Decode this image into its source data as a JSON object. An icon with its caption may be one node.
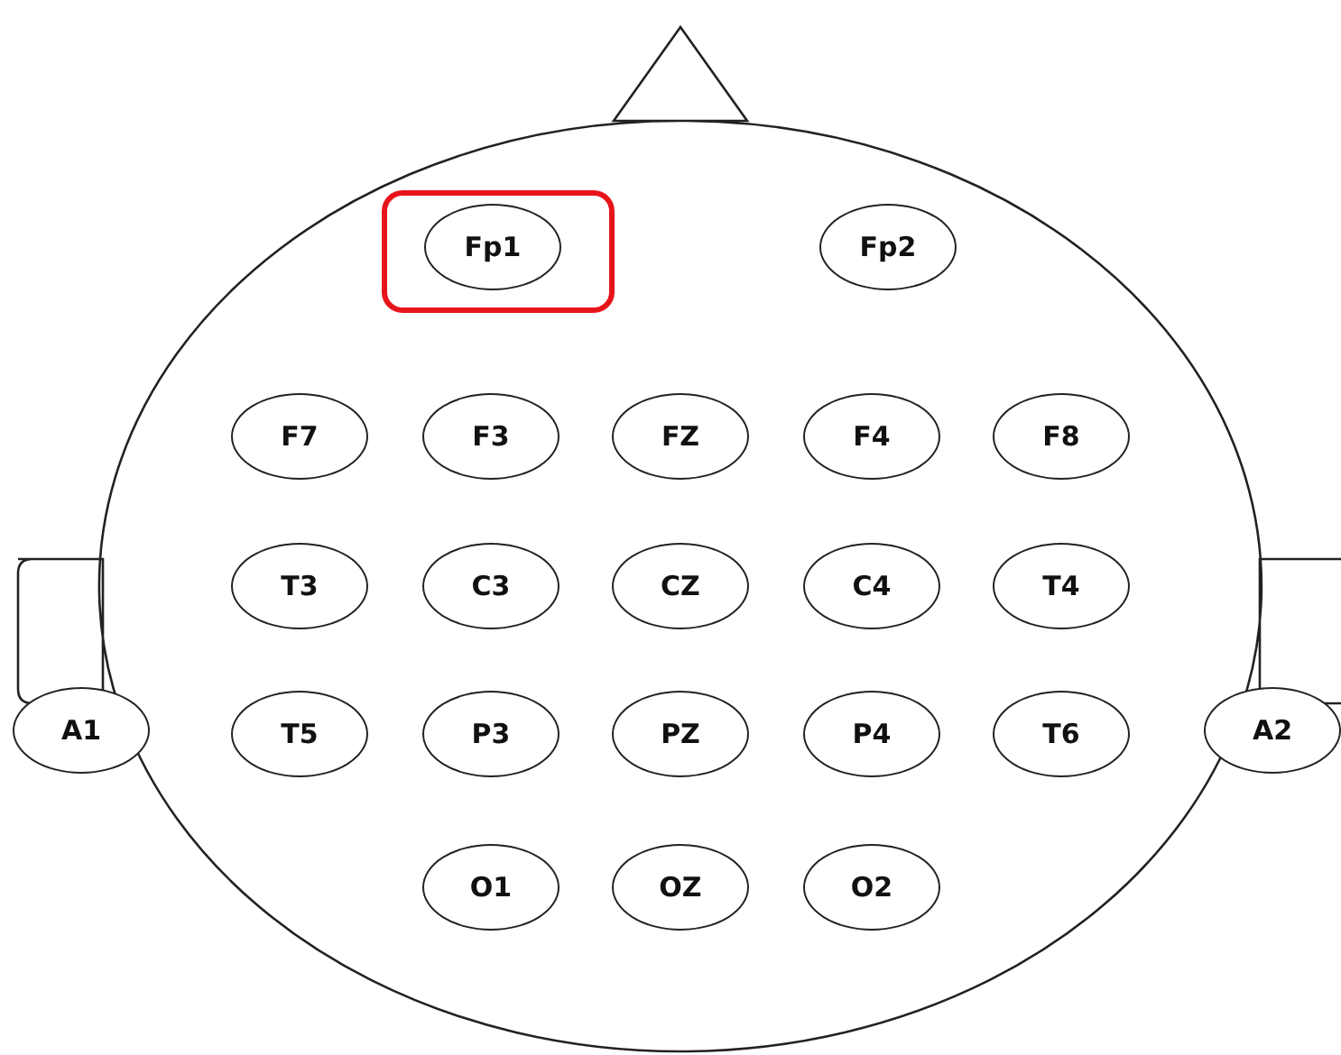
{
  "diagram": {
    "nodes": [
      {
        "text": [
          "Fp1"
        ]
      },
      {
        "text": [
          "Fp2"
        ]
      },
      {
        "text": [
          "F7"
        ]
      },
      {
        "text": [
          "F3"
        ]
      },
      {
        "text": [
          "FZ"
        ]
      },
      {
        "text": [
          "F4"
        ]
      },
      {
        "text": [
          "F8"
        ]
      },
      {
        "text": [
          "A1"
        ]
      },
      {
        "text": [
          "T3"
        ]
      },
      {
        "text": [
          "C3"
        ]
      },
      {
        "text": [
          "CZ"
        ]
      },
      {
        "text": [
          "C4"
        ]
      },
      {
        "text": [
          "T4"
        ]
      },
      {
        "text": [
          "A2"
        ]
      },
      {
        "text": [
          "T5"
        ]
      },
      {
        "text": [
          "P3"
        ]
      },
      {
        "text": [
          "PZ"
        ]
      },
      {
        "text": [
          "P4"
        ]
      },
      {
        "text": [
          "T6"
        ]
      },
      {
        "text": [
          "O1"
        ]
      },
      {
        "text": [
          "OZ"
        ]
      },
      {
        "text": [
          "O2"
        ]
      }
    ]
  }
}
